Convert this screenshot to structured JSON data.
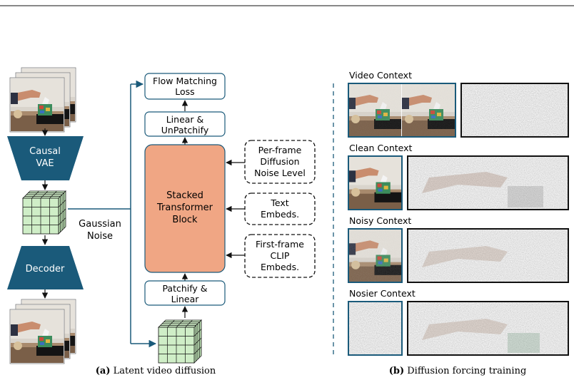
{
  "colors": {
    "vae_fill": "#1a5a7a",
    "transformer_fill": "#f0a684",
    "latent_fill": "#cfeec7",
    "flow_arrow": "#1a5a7a",
    "frame_border": "#1a5a7a",
    "noise_border": "#111111"
  },
  "panel_a": {
    "encoder_label_1": "Causal",
    "encoder_label_2": "VAE",
    "decoder_label": "Decoder",
    "noise_label_1": "Gaussian",
    "noise_label_2": "Noise",
    "flow_loss_1": "Flow Matching",
    "flow_loss_2": "Loss",
    "linear_unpatch_1": "Linear &",
    "linear_unpatch_2": "UnPatchify",
    "transformer_1": "Stacked",
    "transformer_2": "Transformer",
    "transformer_3": "Block",
    "patchify_1": "Patchify  &",
    "patchify_2": "Linear",
    "noise_level_1": "Per-frame",
    "noise_level_2": "Diffusion",
    "noise_level_3": "Noise Level",
    "text_embed_1": "Text",
    "text_embed_2": "Embeds.",
    "clip_embed_1": "First-frame",
    "clip_embed_2": "CLIP",
    "clip_embed_3": "Embeds.",
    "caption_bold": "(a)",
    "caption_text": " Latent video diffusion"
  },
  "panel_b": {
    "rows": [
      {
        "label": "Video Context"
      },
      {
        "label": "Clean Context"
      },
      {
        "label": "Noisy Context"
      },
      {
        "label": "Nosier Context"
      }
    ],
    "caption_bold": "(b)",
    "caption_text": " Diffusion forcing training"
  }
}
